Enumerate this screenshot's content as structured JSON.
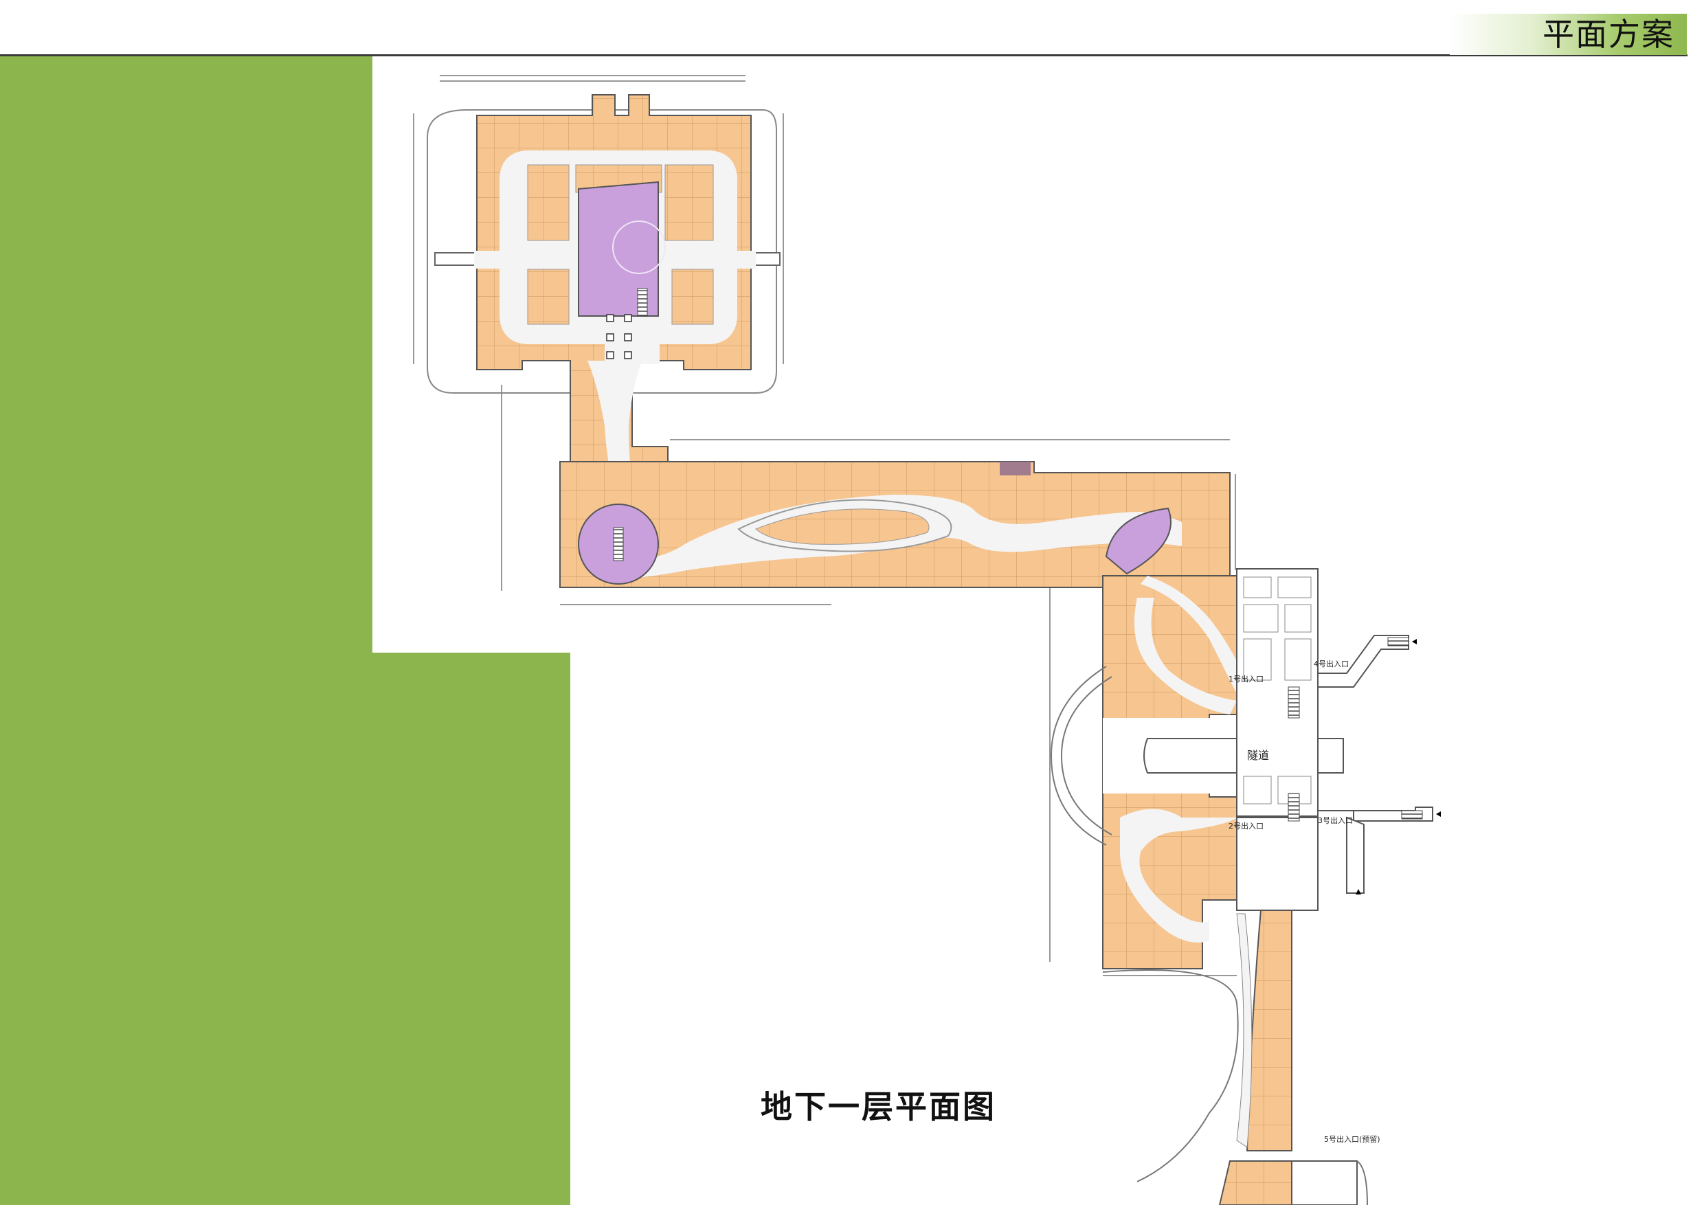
{
  "header": {
    "section_title": "平面方案"
  },
  "plan": {
    "title": "地下一层平面图",
    "tunnel_label": "隧道",
    "entrances": [
      "1号出入口",
      "2号出入口",
      "3号出入口",
      "4号出入口",
      "5号出入口(预留)"
    ]
  },
  "colors": {
    "accent_green": "#8db54e",
    "shop_fill": "#f7c58f",
    "atrium_fill": "#c9a0dc",
    "corridor_fill": "#f4f4f4",
    "wall_line": "#555555"
  }
}
